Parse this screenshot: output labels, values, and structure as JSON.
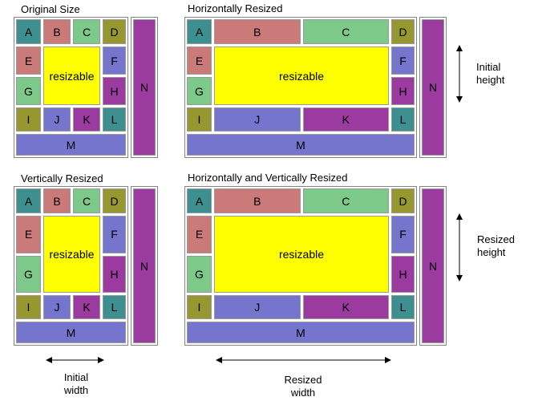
{
  "palette": {
    "teal": "#3E9090",
    "salmon": "#CB7A7A",
    "green": "#7CC98A",
    "olive": "#97972F",
    "periwinkle": "#7575CD",
    "purple": "#9B3A9F",
    "yellow": "#FFFF00",
    "box-border": "#848484",
    "block-border": "#9A9A9A"
  },
  "panels": {
    "original": {
      "title": "Original Size"
    },
    "horizontal": {
      "title": "Horizontally Resized"
    },
    "vertical": {
      "title": "Vertically Resized"
    },
    "both": {
      "title": "Horizontally and Vertically Resized"
    }
  },
  "blocks": {
    "a": "A",
    "b": "B",
    "c": "C",
    "d": "D",
    "e": "E",
    "f": "F",
    "g": "G",
    "h": "H",
    "i": "I",
    "j": "J",
    "k": "K",
    "l": "L",
    "m": "M",
    "n": "N",
    "resizable": "resizable"
  },
  "annotations": {
    "initial_height": "Initial\nheight",
    "resized_height": "Resized\nheight",
    "initial_width": "Initial\nwidth",
    "resized_width": "Resized\nwidth"
  }
}
